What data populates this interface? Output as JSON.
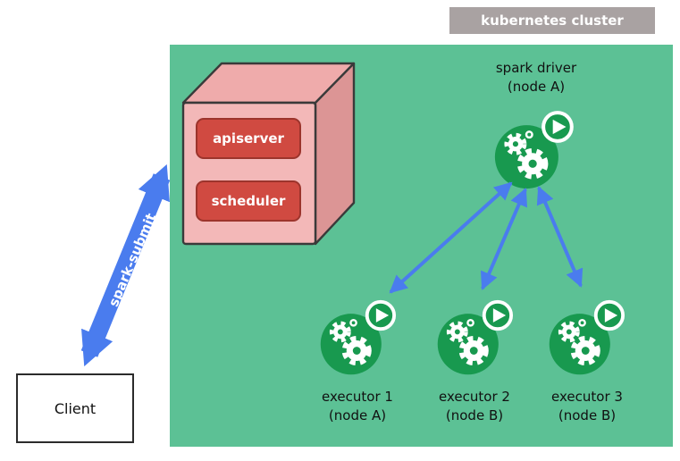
{
  "colors": {
    "cluster_green": "#5cc195",
    "badge_gray": "#a9a2a2",
    "cube_front": "#f3b8b8",
    "cube_top": "#efabab",
    "cube_side": "#dc9595",
    "cube_outline": "#3a3a3a",
    "component_red": "#d04a41",
    "component_red_border": "#9c342c",
    "pod_green": "#18994f",
    "arrow_blue": "#4a7cee"
  },
  "cluster": {
    "label": "kubernetes cluster"
  },
  "control_plane": {
    "components": [
      {
        "label": "apiserver"
      },
      {
        "label": "scheduler"
      }
    ]
  },
  "driver": {
    "name": "spark driver",
    "node": "(node A)"
  },
  "executors": [
    {
      "name": "executor 1",
      "node": "(node A)"
    },
    {
      "name": "executor 2",
      "node": "(node B)"
    },
    {
      "name": "executor 3",
      "node": "(node B)"
    }
  ],
  "client": {
    "label": "Client"
  },
  "spark_submit": {
    "label": "spark-submit"
  }
}
